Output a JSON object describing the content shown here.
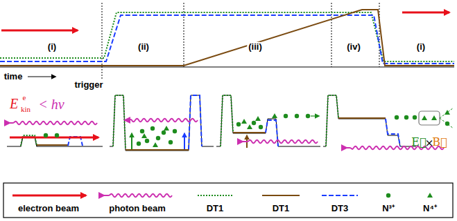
{
  "diagram": {
    "labels": [
      "(i)",
      "(ii)",
      "(iii)",
      "(iv)",
      "(i)",
      "time",
      "trigger",
      "E",
      "kin",
      "e",
      "< hν",
      "E⃗",
      "×",
      "B⃗"
    ],
    "legend": [
      {
        "text": "electron beam"
      },
      {
        "text": "photon beam"
      },
      {
        "text": "DT1"
      },
      {
        "text": "DT1"
      },
      {
        "text": "DT3"
      },
      {
        "text": "N³⁺"
      },
      {
        "text": "N⁴⁺"
      }
    ]
  }
}
